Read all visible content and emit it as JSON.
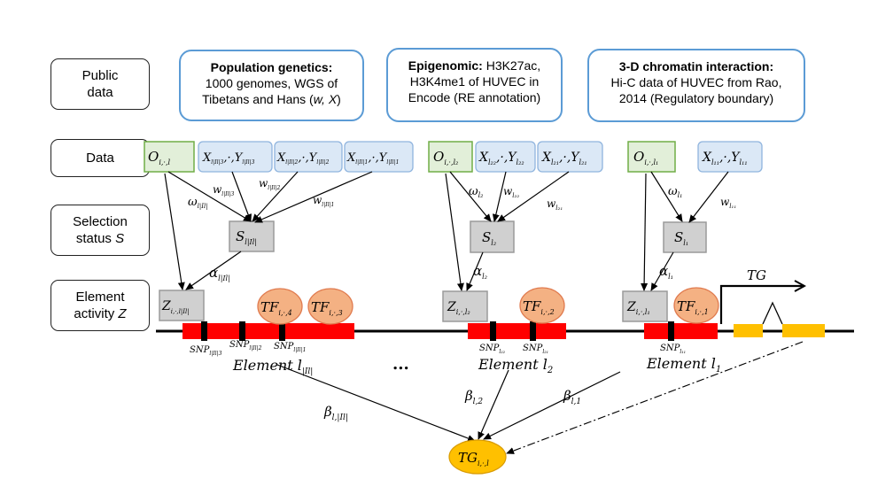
{
  "row_labels": {
    "public_l1": "Public",
    "public_l2": "data",
    "data": "Data",
    "selection_l1": "Selection",
    "selection_l2_prefix": "status ",
    "selection_l2_var": "S",
    "activity_l1": "Element",
    "activity_l2_prefix": "activity ",
    "activity_l2_var": "Z"
  },
  "sources": {
    "popgen": {
      "title": "Population genetics:",
      "line2": "1000 genomes, WGS of",
      "line3_prefix": "Tibetans and Hans (",
      "line3_vars": "w, X",
      "line3_suffix": ")"
    },
    "epigenomic": {
      "title": "Epigenomic:",
      "line1_rest": " H3K27ac,",
      "line2": "H3K4me1 of HUVEC in",
      "line3": "Encode (RE annotation)"
    },
    "chromatin": {
      "title": "3-D chromatin interaction:",
      "line2": "Hi-C data of HUVEC from Rao,",
      "line3": "2014 (Regulatory boundary)"
    }
  },
  "nodes": {
    "o_last": "O",
    "o_last_sub": "i,·,l",
    "o_2": "O",
    "o_2_sub": "i,·,l₂",
    "o_1": "O",
    "o_1_sub": "i,·,l₁",
    "x_last_3": "X",
    "x_last_3_mid": ",·,Y",
    "x_last_3_sub": "l|Il|3",
    "x_last_2": "X",
    "x_last_2_mid": ",·,Y",
    "x_last_2_sub": "l|Il|2",
    "x_last_1": "X",
    "x_last_1_mid": ",·,Y",
    "x_last_1_sub": "l|Il|1",
    "x_22": "X",
    "x_22_mid": ",·,Y",
    "x_22_sub": "l₂₂",
    "x_21": "X",
    "x_21_mid": ",·,Y",
    "x_21_sub": "l₂₁",
    "x_11": "X",
    "x_11_mid": ",·,Y",
    "x_11_sub": "l₁₁",
    "s_last": "S",
    "s_last_sub": "l|Il|",
    "s_2": "S",
    "s_2_sub": "l₂",
    "s_1": "S",
    "s_1_sub": "l₁",
    "z_last": "Z",
    "z_last_sub": "i,·,l|Il|",
    "z_2": "Z",
    "z_2_sub": "i,·,l₂",
    "z_1": "Z",
    "z_1_sub": "i,·,l₁",
    "tf_4": "TF",
    "tf_4_sub": "i,·,4",
    "tf_3": "TF",
    "tf_3_sub": "i,·,3",
    "tf_2": "TF",
    "tf_2_sub": "i,·,2",
    "tf_1": "TF",
    "tf_1_sub": "i,·,1",
    "tg": "TG",
    "tg_sub": "i,·,l"
  },
  "edge_labels": {
    "omega_last": "ω",
    "omega_last_sub": "l|Il|",
    "omega_2": "ω",
    "omega_2_sub": "l₂",
    "omega_1": "ω",
    "omega_1_sub": "l₁",
    "w_last_3": "w",
    "w_last_3_sub": "l|Il|3",
    "w_last_2": "w",
    "w_last_2_sub": "l|Il|2",
    "w_last_1": "w",
    "w_last_1_sub": "l|Il|1",
    "w_22": "w",
    "w_22_sub": "l₂₂",
    "w_21": "w",
    "w_21_sub": "l₂₁",
    "w_11": "w",
    "w_11_sub": "l₁₁",
    "alpha_last": "α",
    "alpha_last_sub": "l|Il|",
    "alpha_2": "α",
    "alpha_2_sub": "l₂",
    "alpha_1": "α",
    "alpha_1_sub": "l₁",
    "beta_last": "β",
    "beta_last_sub": "l,|Il|",
    "beta_2": "β",
    "beta_2_sub": "l,2",
    "beta_1": "β",
    "beta_1_sub": "l,1"
  },
  "snp_labels": {
    "snp_last_3": "SNP",
    "snp_last_3_sub": "l|Il|3",
    "snp_last_2": "SNP",
    "snp_last_2_sub": "l|Il|2",
    "snp_last_1": "SNP",
    "snp_last_1_sub": "l|Il|1",
    "snp_22": "SNP",
    "snp_22_sub": "l₂₂",
    "snp_21": "SNP",
    "snp_21_sub": "l₂₁",
    "snp_11": "SNP",
    "snp_11_sub": "l₁₁"
  },
  "element_labels": {
    "last": "Element l",
    "last_sub": "|Il|",
    "two": "Element l",
    "two_sub": "2",
    "one": "Element l",
    "one_sub": "1"
  },
  "gene_label": "TG",
  "ellipsis": "...",
  "colors": {
    "o_fill": "#e2efd9",
    "o_stroke": "#70ad47",
    "x_fill": "#dbe8f6",
    "x_stroke": "#8fb4de",
    "s_fill": "#d0d0d0",
    "s_stroke": "#9a9a9a",
    "tf_fill": "#f4b183",
    "tf_stroke": "#e07b4f",
    "element": "#ff0000",
    "exon": "#ffc000",
    "tg": "#ffc000",
    "source_border": "#5b9bd5"
  }
}
